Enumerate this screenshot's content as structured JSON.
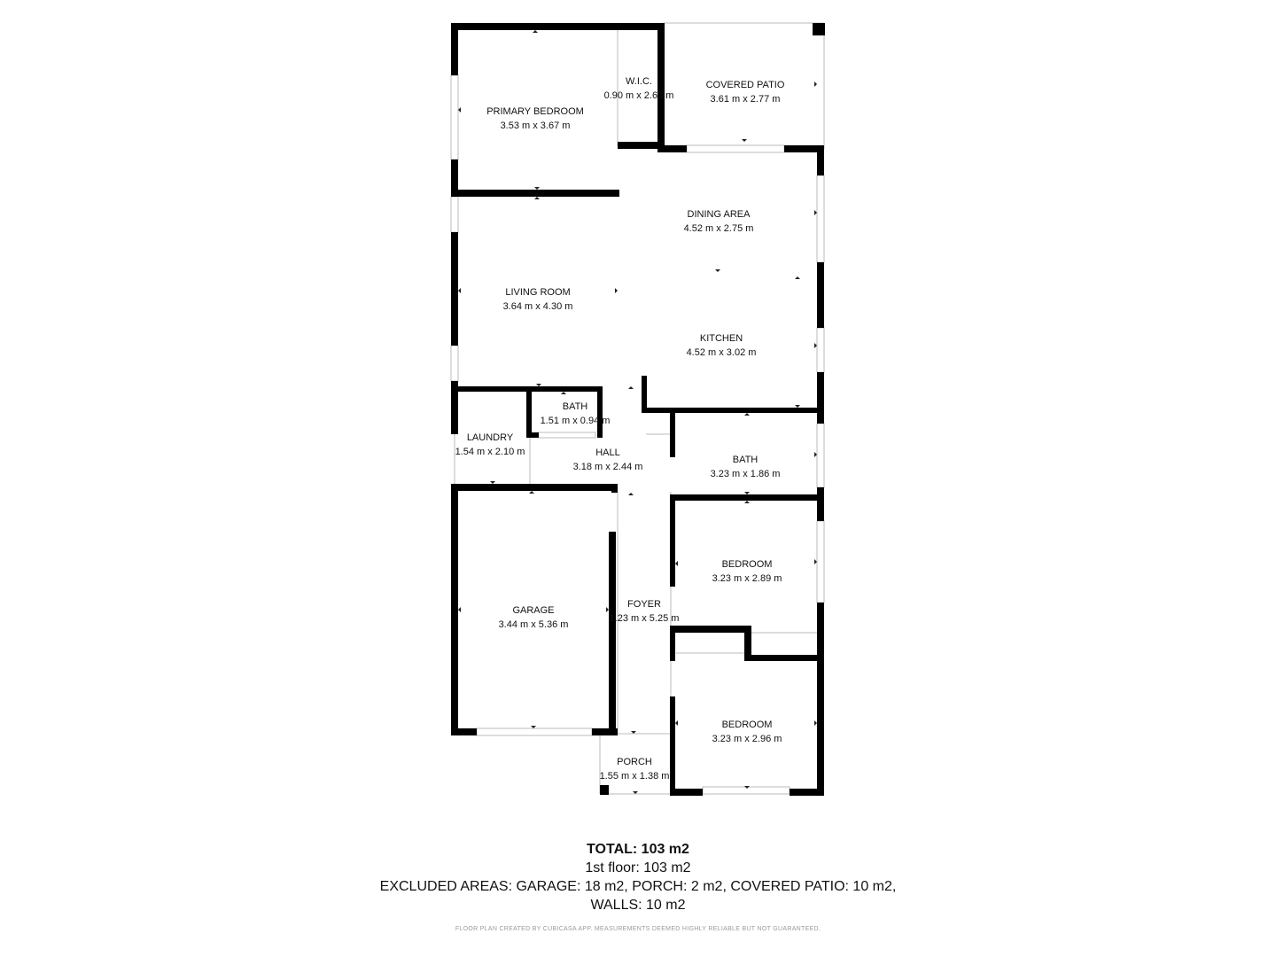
{
  "rooms": [
    {
      "id": "primary-bedroom",
      "name": "PRIMARY BEDROOM",
      "dims": "3.53 m x 3.67 m"
    },
    {
      "id": "wic",
      "name": "W.I.C.",
      "dims": "0.90 m x 2.60 m"
    },
    {
      "id": "covered-patio",
      "name": "COVERED PATIO",
      "dims": "3.61 m x 2.77 m"
    },
    {
      "id": "dining-area",
      "name": "DINING AREA",
      "dims": "4.52 m x 2.75 m"
    },
    {
      "id": "living-room",
      "name": "LIVING ROOM",
      "dims": "3.64 m x 4.30 m"
    },
    {
      "id": "kitchen",
      "name": "KITCHEN",
      "dims": "4.52 m x 3.02 m"
    },
    {
      "id": "bath-small",
      "name": "BATH",
      "dims": "1.51 m x 0.94 m"
    },
    {
      "id": "laundry",
      "name": "LAUNDRY",
      "dims": "1.54 m x 2.10 m"
    },
    {
      "id": "hall",
      "name": "HALL",
      "dims": "3.18 m x 2.44 m"
    },
    {
      "id": "bath-large",
      "name": "BATH",
      "dims": "3.23 m x 1.86 m"
    },
    {
      "id": "bedroom-1",
      "name": "BEDROOM",
      "dims": "3.23 m x 2.89 m"
    },
    {
      "id": "garage",
      "name": "GARAGE",
      "dims": "3.44 m x 5.36 m"
    },
    {
      "id": "foyer",
      "name": "FOYER",
      "dims": "1.23 m x 5.25 m"
    },
    {
      "id": "bedroom-2",
      "name": "BEDROOM",
      "dims": "3.23 m x 2.96 m"
    },
    {
      "id": "porch",
      "name": "PORCH",
      "dims": "1.55 m x 1.38 m"
    }
  ],
  "summary": {
    "total": "TOTAL: 103 m2",
    "floor": "1st floor: 103 m2",
    "excluded_1": "EXCLUDED AREAS: GARAGE: 18 m2, PORCH: 2 m2, COVERED PATIO: 10 m2,",
    "excluded_2": "WALLS: 10 m2"
  },
  "credit": "FLOOR PLAN CREATED BY CUBICASA APP. MEASUREMENTS DEEMED HIGHLY RELIABLE BUT NOT GUARANTEED.",
  "colors": {
    "wall": "#000000",
    "window": "#bbbbbb",
    "text": "#111111",
    "credit": "#9a9a9a"
  }
}
